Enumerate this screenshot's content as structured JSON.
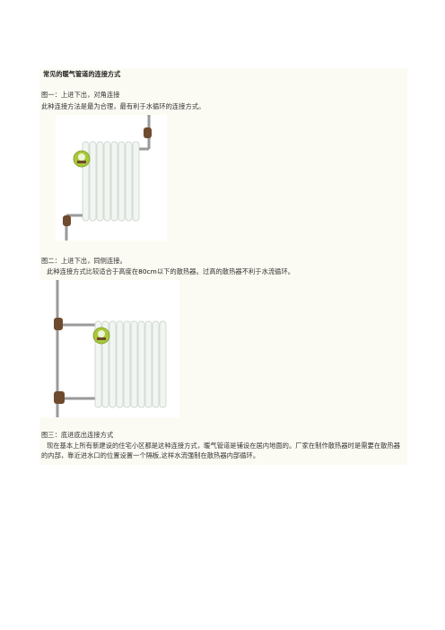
{
  "title": "常见的暖气管道的连接方式",
  "sections": [
    {
      "heading": "图一：上进下出，对角连接",
      "description": "此种连接方法是最为合理，最有利于水循环的连接方式。"
    },
    {
      "heading": "图二：上进下出，同侧连接。",
      "description_before": "此种连接方式比较适合于高度在",
      "description_highlight": "80cm",
      "description_after": "以下的散热器。过高的散热器不利于水流循环。"
    },
    {
      "heading": "图三：底进底出连接方式",
      "description": "现在基本上所有新建设的住宅小区都是这种连接方式，暖气管道是铺设在居内地面的。厂家在制作散热器时是需要在散热器的内部，靠近进水口的位置设置一个隔板,这样水流强制在散热器内部循环。"
    }
  ],
  "colors": {
    "pipe": "#9a9a9a",
    "valve": "#6e4a2e",
    "radiator": "#f2f6f2",
    "badge": "#a9c83a"
  },
  "icons": [
    "radiator-diagonal-icon",
    "radiator-same-side-icon",
    "brand-badge-icon"
  ]
}
